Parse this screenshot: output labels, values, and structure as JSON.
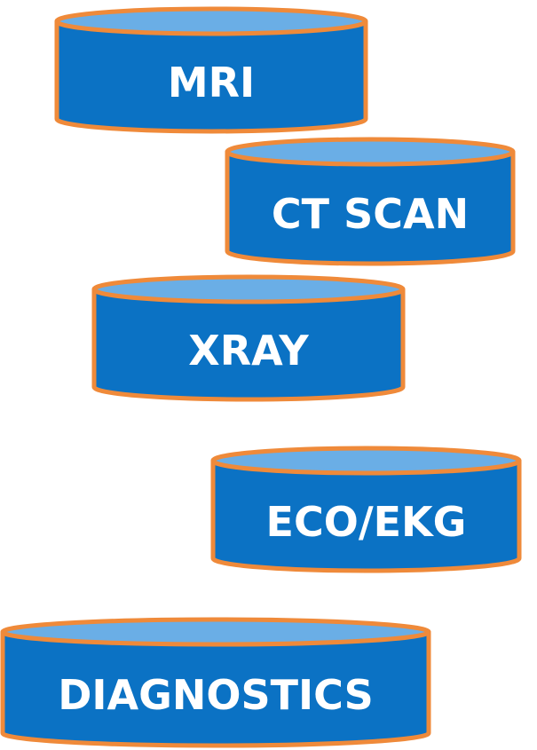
{
  "colors": {
    "body": "#0b72c4",
    "top": "#6aaee6",
    "outline": "#ef8a3a",
    "text": "#ffffff"
  },
  "disks": [
    {
      "id": "mri",
      "label": "MRI"
    },
    {
      "id": "ct-scan",
      "label": "CT SCAN"
    },
    {
      "id": "xray",
      "label": "XRAY"
    },
    {
      "id": "eco-ekg",
      "label": "ECO/EKG"
    },
    {
      "id": "diagnostics",
      "label": "DIAGNOSTICS"
    }
  ]
}
